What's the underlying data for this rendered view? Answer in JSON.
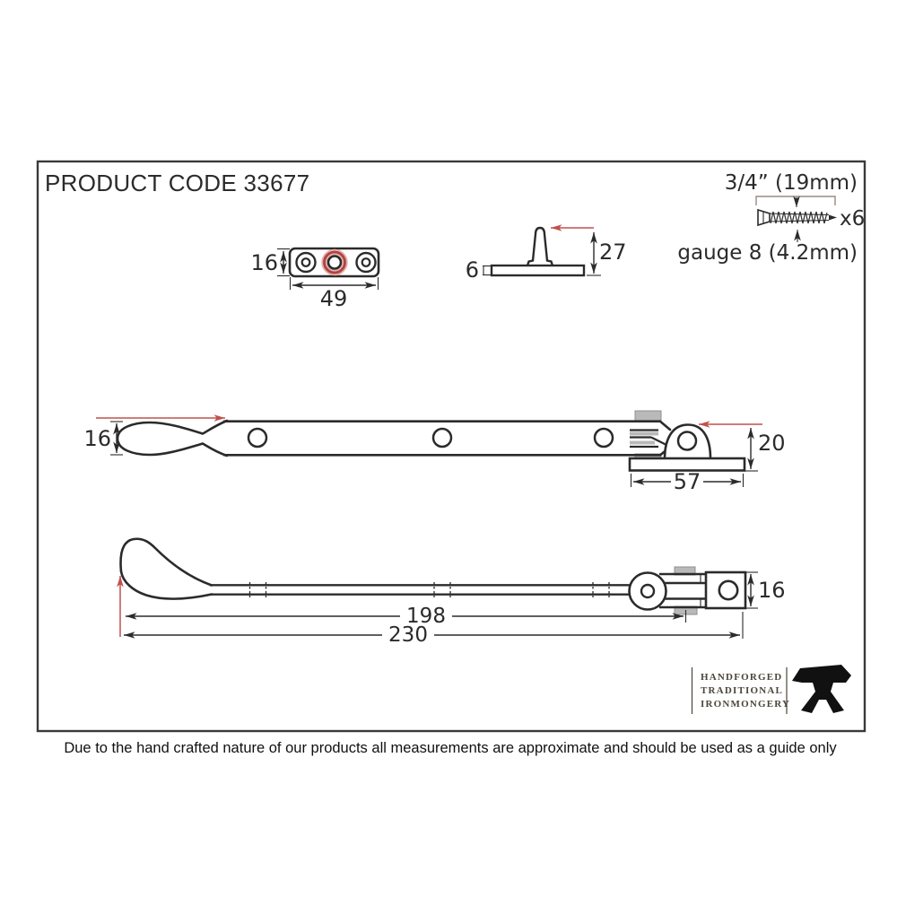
{
  "drawing": {
    "product_code": "PRODUCT CODE 33677",
    "disclaimer": "Due to the hand crafted nature of our products all measurements are approximate and should be used as a guide only"
  },
  "screw_spec": {
    "length": "3/4” (19mm)",
    "quantity": "x6",
    "gauge": "gauge 8 (4.2mm)"
  },
  "keep_plate": {
    "height": "16",
    "width": "49"
  },
  "mushroom_pin": {
    "plate_thickness": "6",
    "height": "27"
  },
  "stay_top_view": {
    "handle_width": "16",
    "bracket_length": "57",
    "bracket_height": "20"
  },
  "stay_side_view": {
    "pivot_length": "198",
    "overall_length": "230",
    "end_height": "16"
  },
  "logo": {
    "line1": "HANDFORGED",
    "line2": "TRADITIONAL",
    "line3": "IRONMONGERY"
  },
  "colors": {
    "line": "#2b2b2b",
    "accent_red": "#c0504d",
    "metal_gray": "#b9b9b9"
  }
}
